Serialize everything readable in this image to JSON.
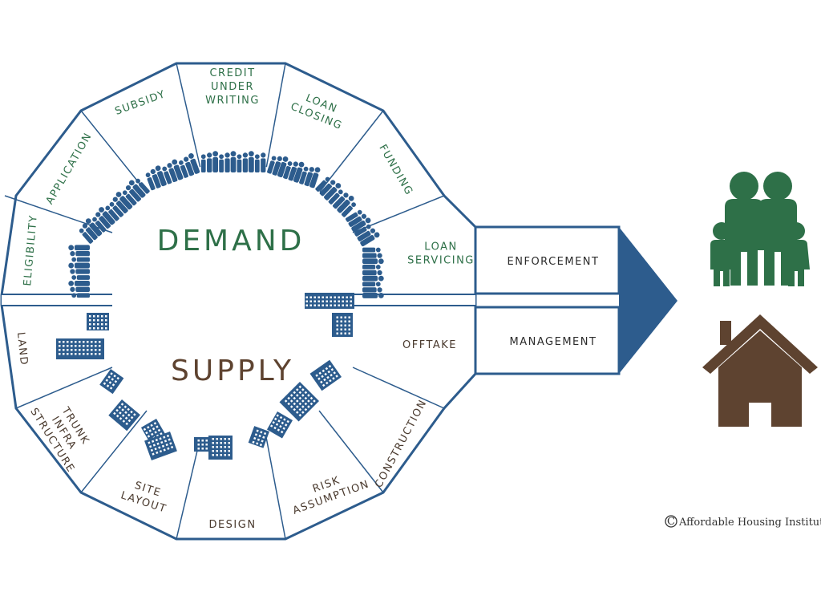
{
  "diagram": {
    "demand_title": "DEMAND",
    "supply_title": "SUPPLY",
    "demand_segments": [
      {
        "lines": [
          "ELIGIBILITY"
        ]
      },
      {
        "lines": [
          "APPLICATION"
        ]
      },
      {
        "lines": [
          "SUBSIDY"
        ]
      },
      {
        "lines": [
          "CREDIT",
          "UNDER",
          "WRITING"
        ]
      },
      {
        "lines": [
          "LOAN",
          "CLOSING"
        ]
      },
      {
        "lines": [
          "FUNDING"
        ]
      },
      {
        "lines": [
          "LOAN",
          "SERVICING"
        ]
      }
    ],
    "supply_segments": [
      {
        "lines": [
          "LAND"
        ]
      },
      {
        "lines": [
          "TRUNK",
          "INFRA",
          "STRUCTURE"
        ]
      },
      {
        "lines": [
          "SITE",
          "LAYOUT"
        ]
      },
      {
        "lines": [
          "DESIGN"
        ]
      },
      {
        "lines": [
          "RISK",
          "ASSUMPTION"
        ]
      },
      {
        "lines": [
          "CONSTRUCTION"
        ]
      },
      {
        "lines": [
          "OFFTAKE"
        ]
      }
    ],
    "side_boxes": {
      "enforcement": "ENFORCEMENT",
      "management": "MANAGEMENT"
    },
    "icons": {
      "family": "family-icon",
      "house": "house-icon"
    },
    "credit": "Affordable Housing Institute"
  },
  "colors": {
    "ring_blue": "#2d5c8d",
    "green": "#2e7048",
    "brown": "#5e4330",
    "silhouette": "#2d5c8d"
  }
}
